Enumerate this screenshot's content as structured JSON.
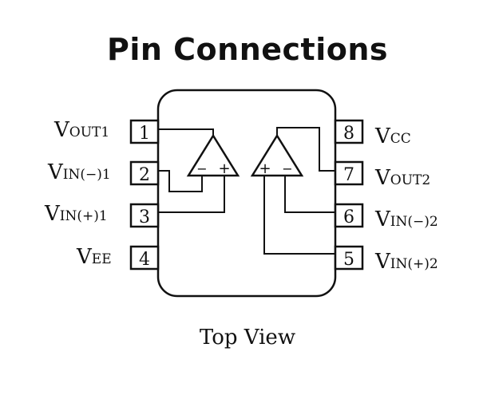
{
  "title": "Pin Connections",
  "caption": "Top View",
  "pins": {
    "p1": {
      "number": "1",
      "label_main": "V",
      "label_sub": "OUT1"
    },
    "p2": {
      "number": "2",
      "label_main": "V",
      "label_sub": "IN(−)1"
    },
    "p3": {
      "number": "3",
      "label_main": "V",
      "label_sub": "IN(+)1"
    },
    "p4": {
      "number": "4",
      "label_main": "V",
      "label_sub": "EE"
    },
    "p5": {
      "number": "5",
      "label_main": "V",
      "label_sub": "IN(+)2"
    },
    "p6": {
      "number": "6",
      "label_main": "V",
      "label_sub": "IN(−)2"
    },
    "p7": {
      "number": "7",
      "label_main": "V",
      "label_sub": "OUT2"
    },
    "p8": {
      "number": "8",
      "label_main": "V",
      "label_sub": "CC"
    }
  },
  "opamp1": {
    "minus": "−",
    "plus": "+"
  },
  "opamp2": {
    "plus": "+",
    "minus": "−"
  }
}
